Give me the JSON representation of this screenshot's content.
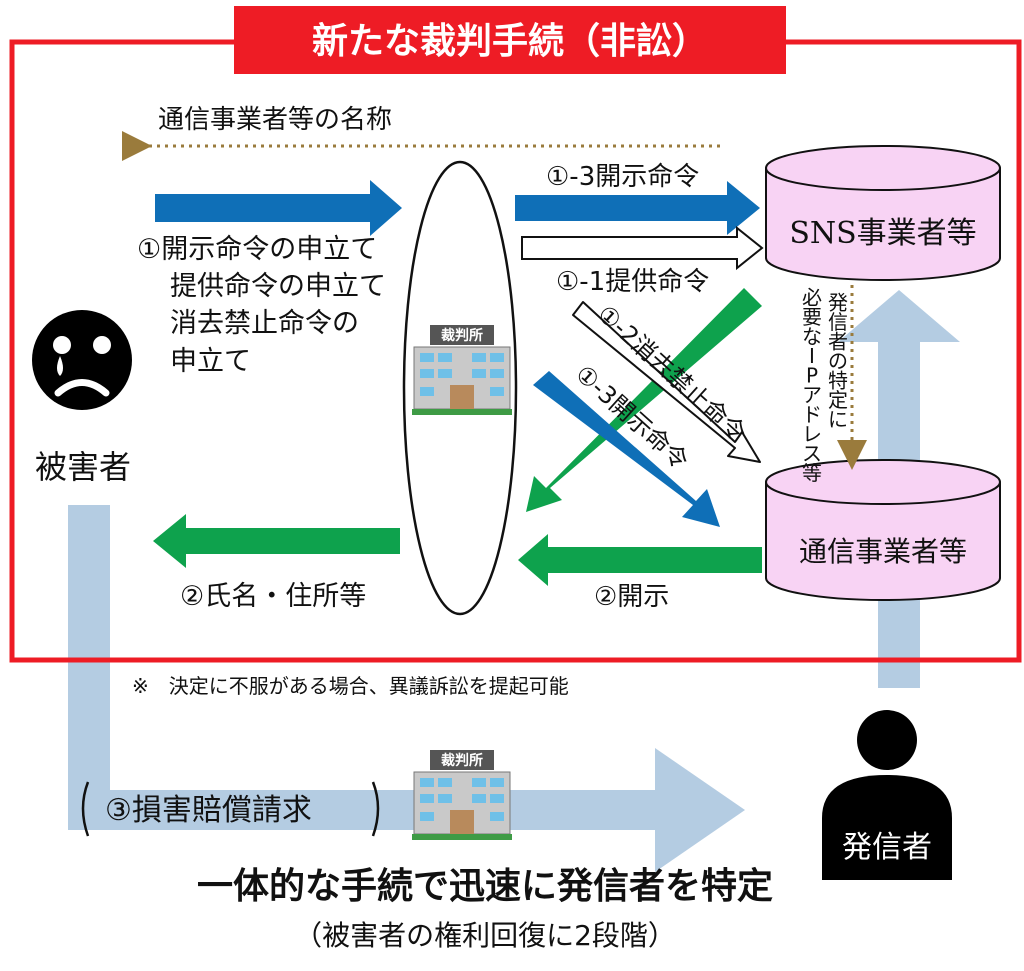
{
  "title": "新たな裁判手続（非訟）",
  "victim": {
    "label": "被害者"
  },
  "sender": {
    "label": "発信者"
  },
  "court": {
    "sign": "裁判所"
  },
  "sns": {
    "label": "SNS事業者等"
  },
  "telecom": {
    "label": "通信事業者等"
  },
  "arrows": {
    "telecom_name": "通信事業者等の名称",
    "petition": [
      "①開示命令の申立て",
      "提供命令の申立て",
      "消去禁止命令の",
      "申立て"
    ],
    "order_1_3_top": "①-3開示命令",
    "order_1_1": "①-1提供命令",
    "order_1_2": "①-2消去禁止命令",
    "order_1_3_diag": "①-3開示命令",
    "ip_info": [
      "発信者の特定に",
      "必要なIPアドレス等"
    ],
    "disclosure": "②開示",
    "name_address": "②氏名・住所等",
    "damages": "③損害賠償請求"
  },
  "note": "※　決定に不服がある場合、異議訴訟を提起可能",
  "footer": {
    "main": "一体的な手続で迅速に発信者を特定",
    "sub": "（被害者の権利回復に2段階）"
  },
  "colors": {
    "red": "#ee1c25",
    "blue": "#0f6fb7",
    "green": "#0ea24d",
    "lightblue": "#b4cce2",
    "pink": "#f8d3f4",
    "brown": "#9a7b3c"
  }
}
